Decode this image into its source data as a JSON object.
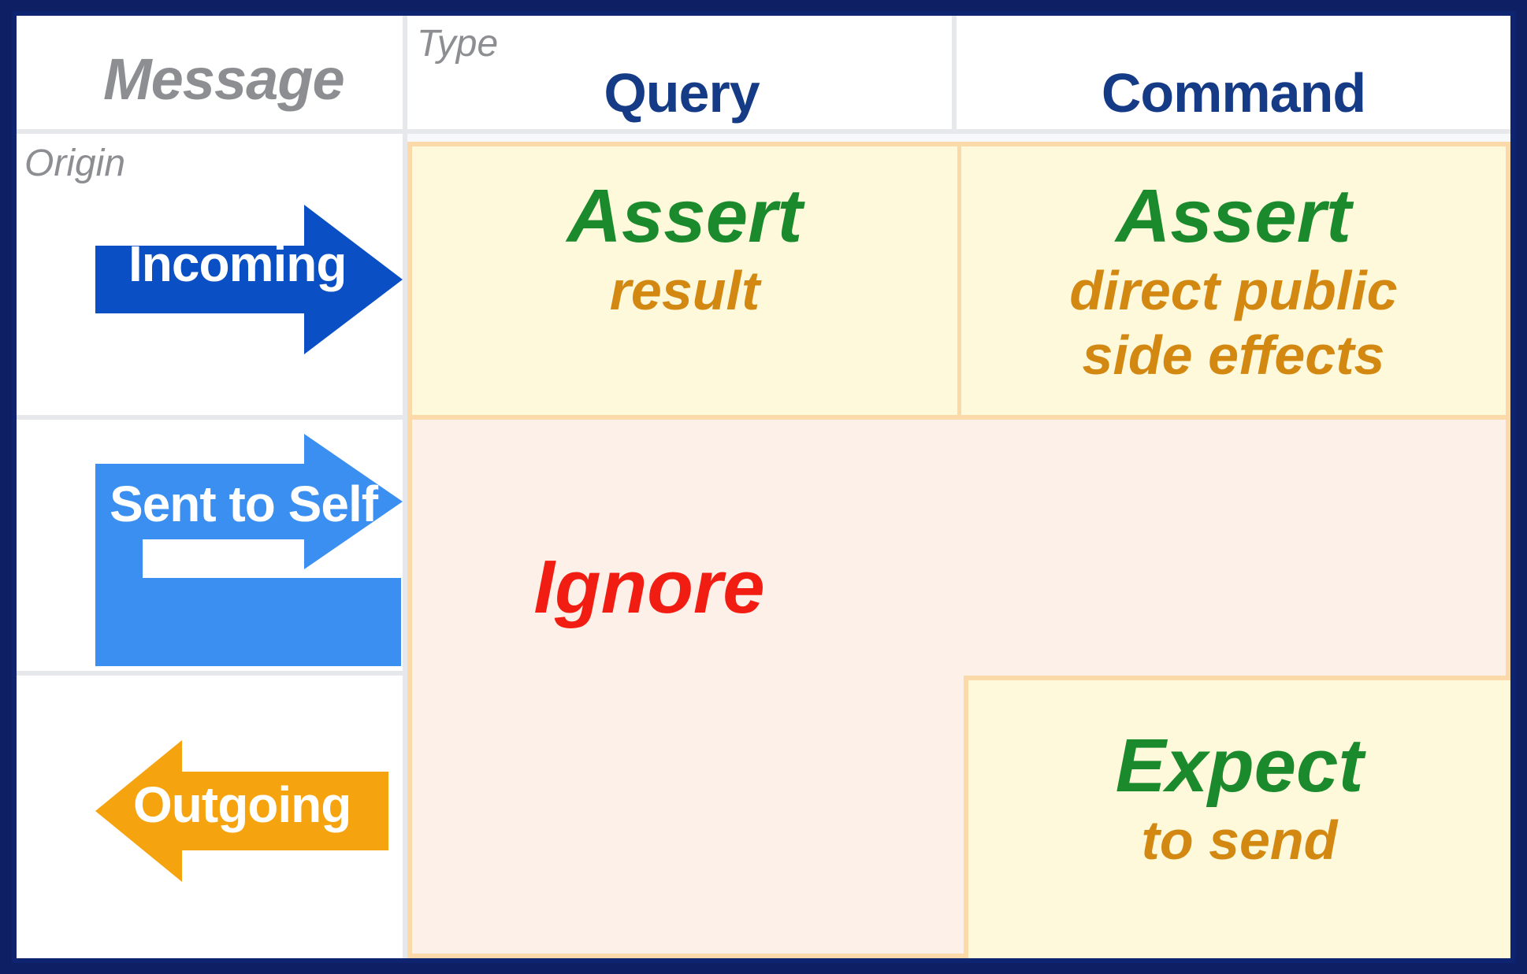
{
  "header": {
    "message_label": "Message",
    "type_label": "Type",
    "origin_label": "Origin",
    "columns": [
      "Query",
      "Command"
    ]
  },
  "rows": [
    {
      "label": "Incoming",
      "arrow_color": "#0a4fc4",
      "direction": "right"
    },
    {
      "label": "Sent to Self",
      "arrow_color": "#3b8ff0",
      "direction": "loop"
    },
    {
      "label": "Outgoing",
      "arrow_color": "#f5a410",
      "direction": "left"
    }
  ],
  "cells": {
    "incoming_query": {
      "title": "Assert",
      "detail": [
        "result"
      ]
    },
    "incoming_command": {
      "title": "Assert",
      "detail": [
        "direct public",
        "side effects"
      ]
    },
    "ignore": {
      "title": "Ignore"
    },
    "outgoing_command": {
      "title": "Expect",
      "detail": [
        "to send"
      ]
    }
  },
  "colors": {
    "frame": "#0f2470",
    "title_green": "#1a8a2c",
    "detail_orange": "#d38812",
    "ignore_red": "#f21d12",
    "cell_yellow": "#fdf9da",
    "cell_peach": "#fdf0e8",
    "cell_border": "#fbd9a8"
  }
}
